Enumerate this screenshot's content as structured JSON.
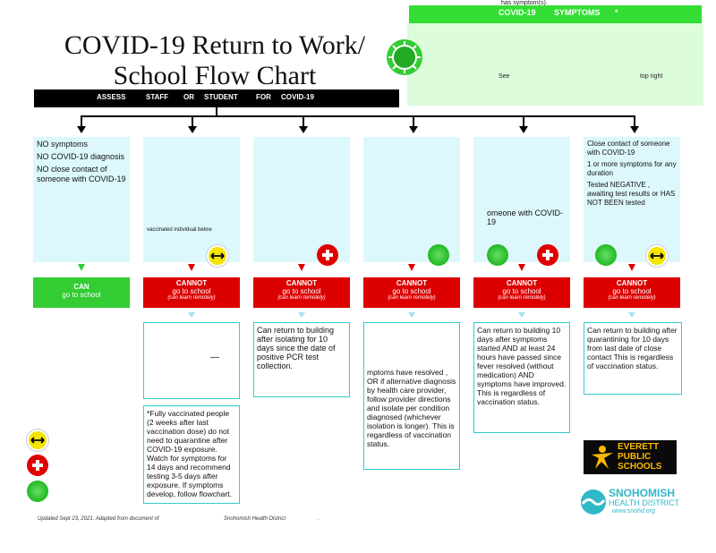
{
  "title": {
    "line1": "COVID-19 Return to Work/",
    "line2": "School Flow Chart"
  },
  "top_panel": {
    "header_fragment": "has symptom(s).",
    "bar_word_a": "COVID-19",
    "bar_word_b": "SYMPTOMS",
    "bar_mark": "*",
    "see": "See",
    "top_right": "top right"
  },
  "assess_bar": {
    "w1": "ASSESS",
    "w2": "STAFF",
    "w3": "OR",
    "w4": "STUDENT",
    "w5": "FOR",
    "w6": "COVID-19"
  },
  "columns": [
    {
      "bullets": [
        "NO symptoms",
        "NO COVID-19 diagnosis",
        "NO close contact of someone with COVID-19"
      ],
      "verdict": {
        "line1": "CAN",
        "line2": "go to school",
        "line3": ""
      },
      "outcome": ""
    },
    {
      "bullets": [
        "vaccinated individual below"
      ],
      "verdict": {
        "line1": "CANNOT",
        "line2": "go to school",
        "line3": "(can learn remotely)"
      },
      "outcome": "—",
      "note": "*Fully vaccinated people (2 weeks after last vaccination dose) do not need to quarantine after COVID-19 exposure. Watch for symptoms for 14 days and recommend testing 3-5 days after exposure. If symptoms develop, follow flowchart."
    },
    {
      "bullets": [],
      "verdict": {
        "line1": "CANNOT",
        "line2": "go to school",
        "line3": "(can learn remotely)"
      },
      "outcome": "Can return to building after isolating for 10 days since the date of positive PCR test collection."
    },
    {
      "bullets": [],
      "verdict": {
        "line1": "CANNOT",
        "line2": "go to school",
        "line3": "(can learn remotely)"
      },
      "outcome": "mptoms have resolved , OR if alternative diagnosis by health care provider, follow provider directions and isolate per condition diagnosed (whichever isolation is longer). This is regardless of vaccination status."
    },
    {
      "bullets": [
        "omeone with COVID-19"
      ],
      "verdict": {
        "line1": "CANNOT",
        "line2": "go to school",
        "line3": "(can learn remotely)"
      },
      "outcome": "Can return to building 10 days after symptoms started AND at least 24 hours have passed since fever resolved (without medication) AND symptoms have improved. This is regardless of vaccination status."
    },
    {
      "bullets": [
        "Close contact of someone with COVID-19",
        "1 or more symptoms for any duration",
        "Tested NEGATIVE , awaiting test results or HAS NOT BEEN tested"
      ],
      "verdict": {
        "line1": "CANNOT",
        "line2": "go to school",
        "line3": "(can learn remotely)"
      },
      "outcome": "Can return to building after quarantining for 10 days from last date of close contact This is regardless of vaccination status."
    }
  ],
  "logos": {
    "everett": {
      "l1": "EVERETT",
      "l2": "PUBLIC",
      "l3": "SCHOOLS"
    },
    "snohomish": {
      "l1": "SNOHOMISH",
      "l2": "HEALTH DISTRICT",
      "l3": "www.snohd.org"
    }
  },
  "footer": {
    "left": "Updated Sept 23, 2021. Adapted from document of",
    "mid": "Snohomish Health District",
    "dot": "."
  },
  "colors": {
    "cannot": "#dd0000",
    "can": "#33cc33",
    "box_bg": "#ddf8fc",
    "outline": "#33cccc"
  }
}
